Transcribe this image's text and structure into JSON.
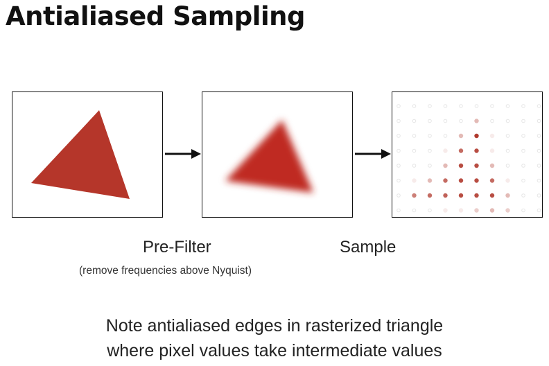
{
  "slide": {
    "title": "Antialiased Sampling",
    "stage_labels": {
      "prefilter": "Pre-Filter",
      "prefilter_note": "(remove frequencies above Nyquist)",
      "sample": "Sample"
    },
    "note_lines": [
      "Note antialiased edges in rasterized triangle",
      "where pixel values take intermediate values"
    ]
  },
  "colors": {
    "triangle": "#b5362a",
    "blurred_triangle": "#bf2a22",
    "sample_dot": "#b03a2e",
    "empty_dot": "#e6e6e6"
  },
  "sample_grid": {
    "rows": 8,
    "cols": 10,
    "intensity": [
      [
        0.05,
        0.05,
        0.05,
        0.05,
        0.05,
        0.05,
        0.05,
        0.05,
        0.05,
        0.05
      ],
      [
        0.05,
        0.05,
        0.05,
        0.05,
        0.05,
        0.35,
        0.05,
        0.05,
        0.05,
        0.05
      ],
      [
        0.05,
        0.05,
        0.05,
        0.05,
        0.35,
        1.0,
        0.1,
        0.05,
        0.05,
        0.05
      ],
      [
        0.05,
        0.05,
        0.05,
        0.1,
        0.75,
        0.9,
        0.1,
        0.05,
        0.05,
        0.05
      ],
      [
        0.05,
        0.05,
        0.05,
        0.35,
        0.9,
        0.9,
        0.35,
        0.05,
        0.05,
        0.05
      ],
      [
        0.05,
        0.1,
        0.35,
        0.75,
        0.9,
        0.9,
        0.75,
        0.1,
        0.05,
        0.05
      ],
      [
        0.05,
        0.65,
        0.75,
        0.8,
        0.9,
        0.9,
        0.9,
        0.35,
        0.05,
        0.05
      ],
      [
        0.05,
        0.05,
        0.05,
        0.1,
        0.1,
        0.25,
        0.35,
        0.25,
        0.05,
        0.05
      ]
    ]
  }
}
